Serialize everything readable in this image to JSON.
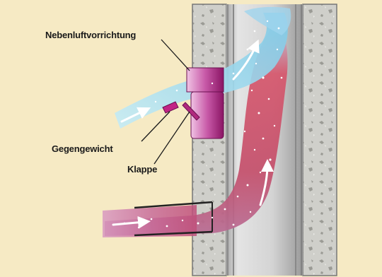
{
  "labels": {
    "secondary_air_device": "Nebenluftvorrichtung",
    "counterweight": "Gegengewicht",
    "flap": "Klappe"
  },
  "colors": {
    "background": "#f6eac4",
    "wall": "#c9c9c4",
    "wall_dark": "#8e8e88",
    "flue": "#dcdcdc",
    "fresh_air": "#9fd9ee",
    "flue_gas": "#c9495f",
    "device_purple": "#b0207c"
  }
}
